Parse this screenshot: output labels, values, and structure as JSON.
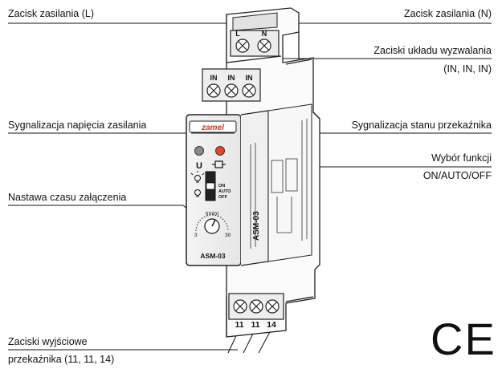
{
  "callouts": {
    "power_terminal_l": "Zacisk zasilania (L)",
    "power_terminal_n": "Zacisk zasilania (N)",
    "trigger_terminals": "Zaciski układu wyzwalania",
    "trigger_terminals_list": "(IN, IN, IN)",
    "power_led": "Sygnalizacja napięcia zasilania",
    "relay_led": "Sygnalizacja stanu przekaźnika",
    "function_select": "Wybór funkcji",
    "function_options": "ON/AUTO/OFF",
    "time_setting": "Nastawa czasu załączenia",
    "output_terminals": "Zaciski wyjściowe",
    "output_terminals_list": "przekaźnika (11, 11, 14)"
  },
  "device": {
    "brand": "zamel",
    "model_front": "ASM-03",
    "model_side": "ASM-03",
    "top_terminals": [
      "L",
      "N"
    ],
    "input_terminals": [
      "IN",
      "IN",
      "IN"
    ],
    "output_terminals": [
      "11",
      "11",
      "14"
    ],
    "led_power_label": "U",
    "switch_positions": [
      "ON",
      "AUTO",
      "OFF"
    ],
    "knob_label": "t(min)",
    "knob_min": "3",
    "knob_max": "30"
  },
  "marks": {
    "ce": "CE"
  },
  "colors": {
    "line": "#111111",
    "led_power": "#8a8a8a",
    "led_relay": "#e8462c"
  }
}
